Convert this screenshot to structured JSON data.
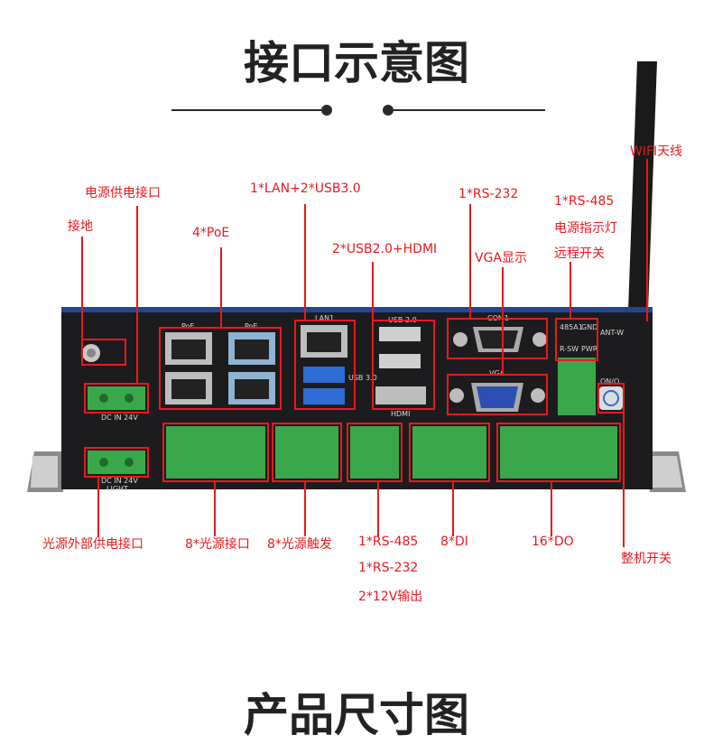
{
  "page": {
    "title": "接口示意图",
    "next_title": "产品尺寸图"
  },
  "labels": {
    "power_in": "电源供电接口",
    "ground": "接地",
    "poe": "4*PoE",
    "lan_usb3": "1*LAN+2*USB3.0",
    "usb2_hdmi": "2*USB2.0+HDMI",
    "rs232_top": "1*RS-232",
    "vga": "VGA显示",
    "rs485_top": "1*RS-485",
    "power_led": "电源指示灯",
    "remote_switch": "远程开关",
    "wifi": "WIFI天线",
    "light_power": "光源外部供电接口",
    "light_port": "8*光源接口",
    "light_trigger": "8*光源触发",
    "rs485_bottom": "1*RS-485",
    "rs232_bottom": "1*RS-232",
    "v12_out": "2*12V输出",
    "di": "8*DI",
    "do": "16*DO",
    "main_switch": "整机开关"
  },
  "panel": {
    "poe_label": "PoE",
    "lan1": "LAN1",
    "usb20": "USB 2.0",
    "usb30": "USB 3.0",
    "hdmi": "HDMI",
    "com1": "COM1",
    "vga": "VGA",
    "dc_in": "DC IN 24V",
    "dc_in_light": "DC IN 24V",
    "light": "LIGHT",
    "on_off": "ON/O",
    "ant": "ANT-W",
    "pwr": "PWR",
    "gnd": "GND",
    "rs485": "485A1",
    "rsw": "R-SW"
  },
  "colors": {
    "accent": "#e8191e",
    "chassis": "#1c1c1e",
    "chassis_top": "#24468f",
    "terminal_green": "#3aa84a"
  }
}
